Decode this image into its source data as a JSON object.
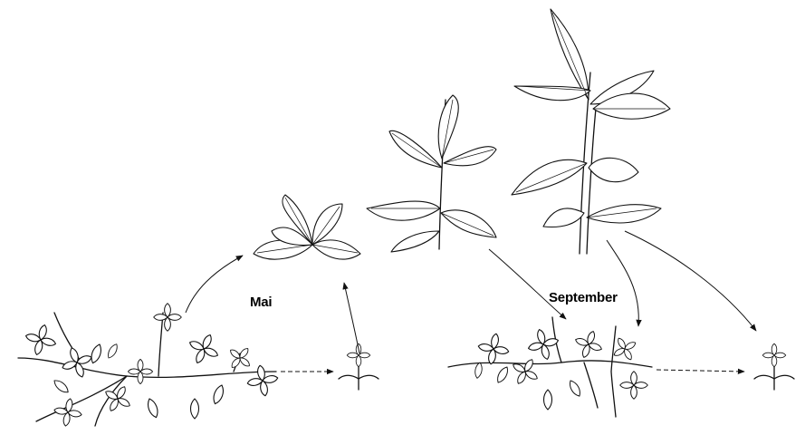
{
  "labels": {
    "spring": "Mai",
    "autumn": "September"
  },
  "illustration": {
    "stages": [
      "creeping-rosette-plant-left",
      "seedling-left",
      "rosette-may",
      "upright-shoot-small",
      "upright-shoot-large",
      "creeping-rosette-plant-right",
      "seedling-right"
    ]
  }
}
